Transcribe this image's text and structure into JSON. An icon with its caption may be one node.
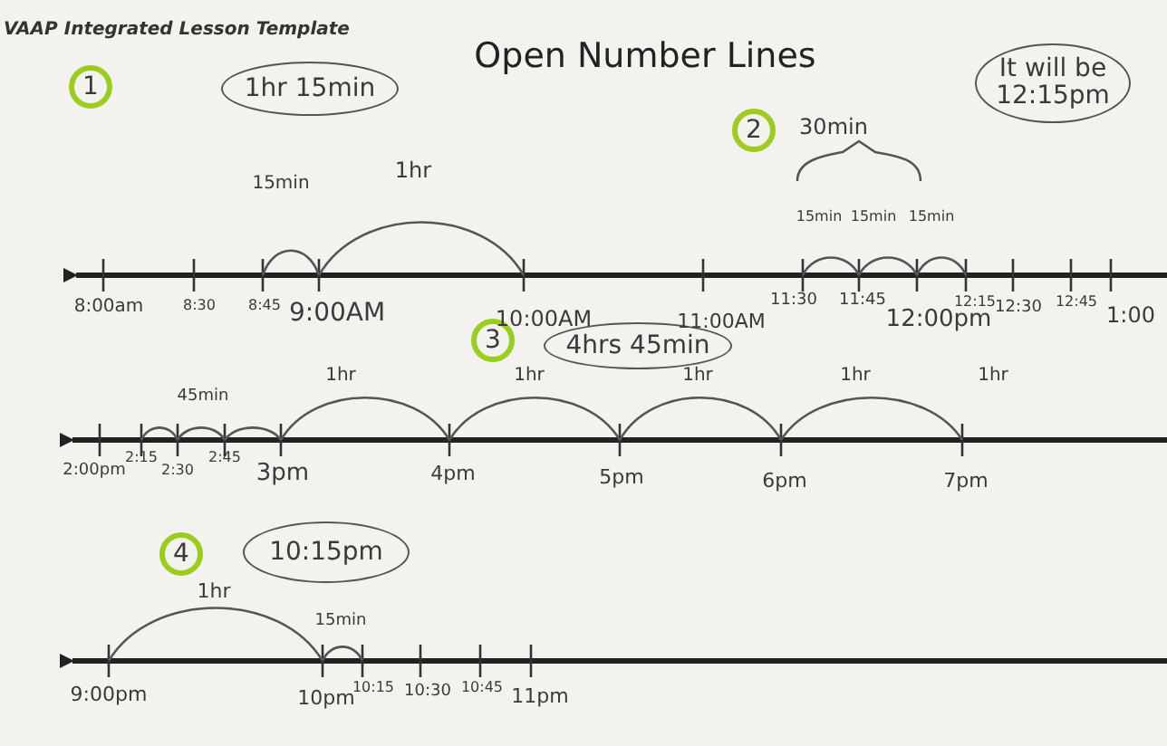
{
  "diagram": {
    "title": "Open Number Lines",
    "nodes": [
      {
        "text": [
          "1"
        ]
      },
      {
        "text": [
          "1hr 15min"
        ]
      },
      {
        "text": [
          "2"
        ]
      },
      {
        "text": [
          "It will be 12:15pm"
        ]
      },
      {
        "text": [
          "3"
        ]
      },
      {
        "text": [
          "4hrs 45min"
        ]
      },
      {
        "text": [
          "4"
        ]
      },
      {
        "text": [
          "10:15pm"
        ]
      }
    ],
    "labels": [
      "VAAP Integrated Lesson Template",
      "15min",
      "1hr",
      "30min",
      "15min",
      "15min",
      "15min",
      "8:00am",
      "8:30",
      "8:45",
      "9:00AM",
      "10:00AM",
      "11:00AM",
      "11:30",
      "11:45",
      "12:00pm",
      "12:15",
      "12:30",
      "12:45",
      "1:00",
      "45min",
      "1hr",
      "1hr",
      "1hr",
      "1hr",
      "1hr",
      "2:00pm",
      "2:15",
      "2:30",
      "2:45",
      "3pm",
      "4pm",
      "5pm",
      "6pm",
      "7pm",
      "1hr",
      "15min",
      "9:00pm",
      "10pm",
      "10:15",
      "10:30",
      "10:45",
      "11pm"
    ]
  }
}
